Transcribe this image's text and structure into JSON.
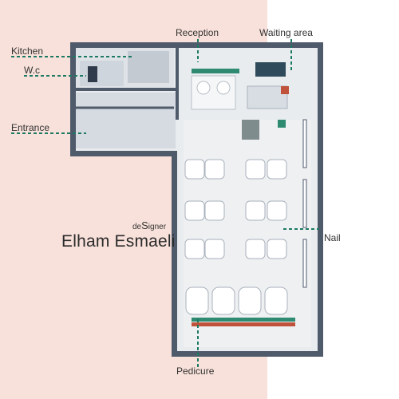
{
  "labels": {
    "kitchen": "Kitchen",
    "wc": "W.c",
    "entrance": "Entrance",
    "reception": "Reception",
    "waiting_area": "Waiting area",
    "nail": "Nail",
    "pedicure": "Pedicure"
  },
  "designer": {
    "prefix_a": "de",
    "prefix_b": "S",
    "prefix_c": "igner",
    "name": "Elham Esmaeli"
  },
  "colors": {
    "background_pink": "#f8e1da",
    "wall": "#4f5a6b",
    "floor": "#e9ecef",
    "leader": "#1c7a62",
    "accent_green": "#2e8b72"
  }
}
